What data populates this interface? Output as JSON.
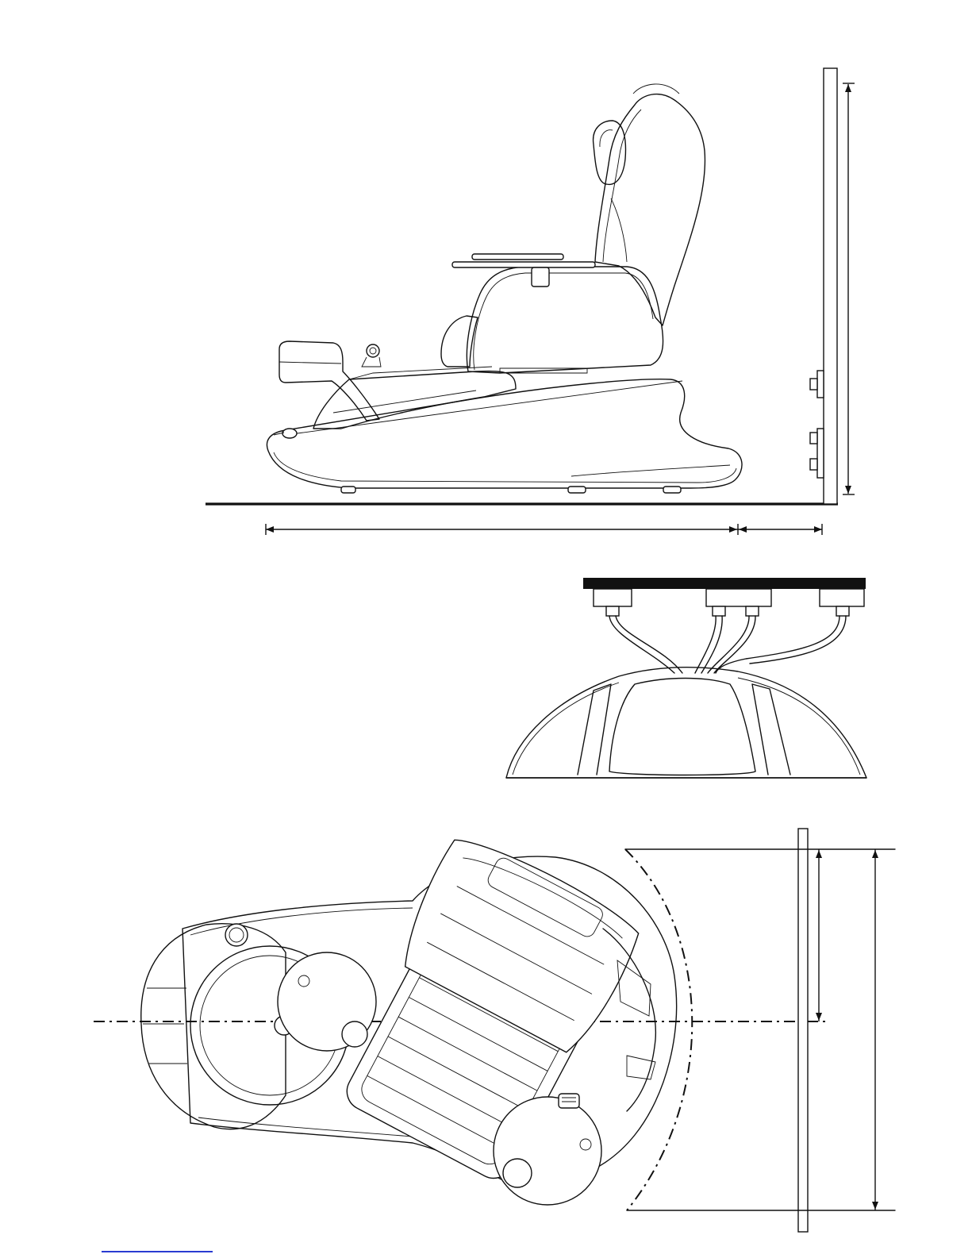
{
  "figure": {
    "views": [
      "side-elevation",
      "wall-plumbing-connection",
      "top-plan"
    ]
  },
  "colors": {
    "line": "#111111",
    "background": "#ffffff",
    "footer_link": "#2a3bd1"
  },
  "icons": [
    "arrowhead"
  ]
}
